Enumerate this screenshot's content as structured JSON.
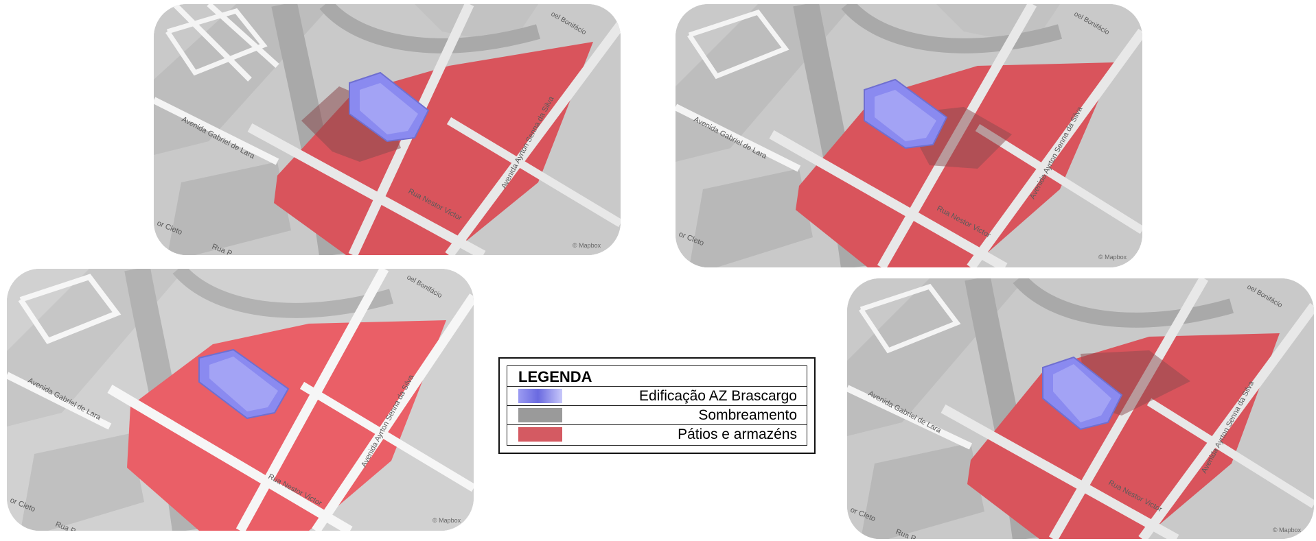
{
  "legend": {
    "title": "LEGENDA",
    "items": [
      {
        "label": "Edificação AZ Brascargo",
        "color": "#7b7bea"
      },
      {
        "label": "Sombreamento",
        "color": "#9a9a9a"
      },
      {
        "label": "Pátios e armazéns",
        "color": "#d45a62"
      }
    ]
  },
  "street_labels": {
    "gabriel": "Avenida Gabriel de Lara",
    "ayrton": "Avenida Ayrton Senna da Silva",
    "nestor": "Rua Nestor Victor",
    "bonifacio": "oel Bonifácio",
    "cleto": "or Cleto",
    "rua": "Rua P"
  },
  "attribution": "© Mapbox",
  "colors": {
    "map_bg": "#c9c9c9",
    "road": "#f4f4f4",
    "block": "#b7b7b7",
    "area": "#e0545c",
    "building": "#8a8af0",
    "shadow": "#7a7a7a"
  }
}
